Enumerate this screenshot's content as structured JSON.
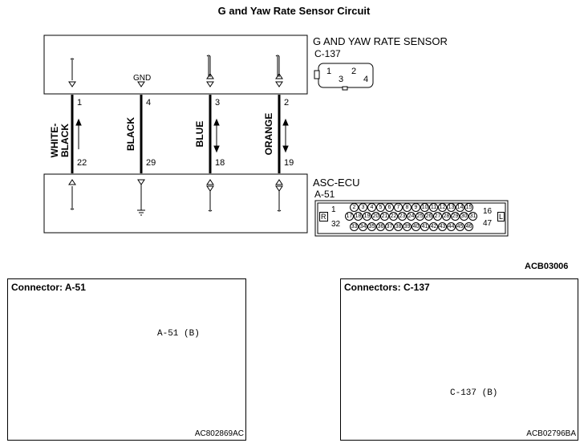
{
  "title": "G and Yaw Rate Sensor Circuit",
  "sensor": {
    "name": "G AND YAW RATE SENSOR",
    "connector": "C-137",
    "pins": [
      "1",
      "2",
      "3",
      "4"
    ]
  },
  "ecu": {
    "name": "ASC-ECU",
    "connector": "A-51",
    "gnd_label": "GND",
    "row1": [
      "2",
      "3",
      "4",
      "5",
      "6",
      "7",
      "8",
      "9",
      "10",
      "11",
      "12",
      "13",
      "14",
      "15"
    ],
    "row2": [
      "17",
      "18",
      "19",
      "20",
      "21",
      "22",
      "23",
      "24",
      "25",
      "26",
      "27",
      "28",
      "29",
      "30",
      "31"
    ],
    "row3": [
      "33",
      "34",
      "35",
      "36",
      "37",
      "38",
      "39",
      "40",
      "41",
      "42",
      "43",
      "44",
      "45",
      "46"
    ],
    "left_pins": [
      "1",
      "32"
    ],
    "right_pins": [
      "16",
      "47"
    ],
    "left_key": "R",
    "right_key": "L"
  },
  "wires": [
    {
      "color": "WHITE-\nBLACK",
      "top_pin": "1",
      "bottom_pin": "22"
    },
    {
      "color": "BLACK",
      "top_pin": "4",
      "bottom_pin": "29"
    },
    {
      "color": "BLUE",
      "top_pin": "3",
      "bottom_pin": "18"
    },
    {
      "color": "ORANGE",
      "top_pin": "2",
      "bottom_pin": "19"
    }
  ],
  "diagram_code": "ACB03006",
  "panel_left": {
    "title": "Connector: A-51",
    "callout": "A-51  (B)",
    "code": "AC802869AC"
  },
  "panel_right": {
    "title": "Connectors: C-137",
    "callout": "C-137  (B)",
    "code": "ACB02796BA"
  }
}
